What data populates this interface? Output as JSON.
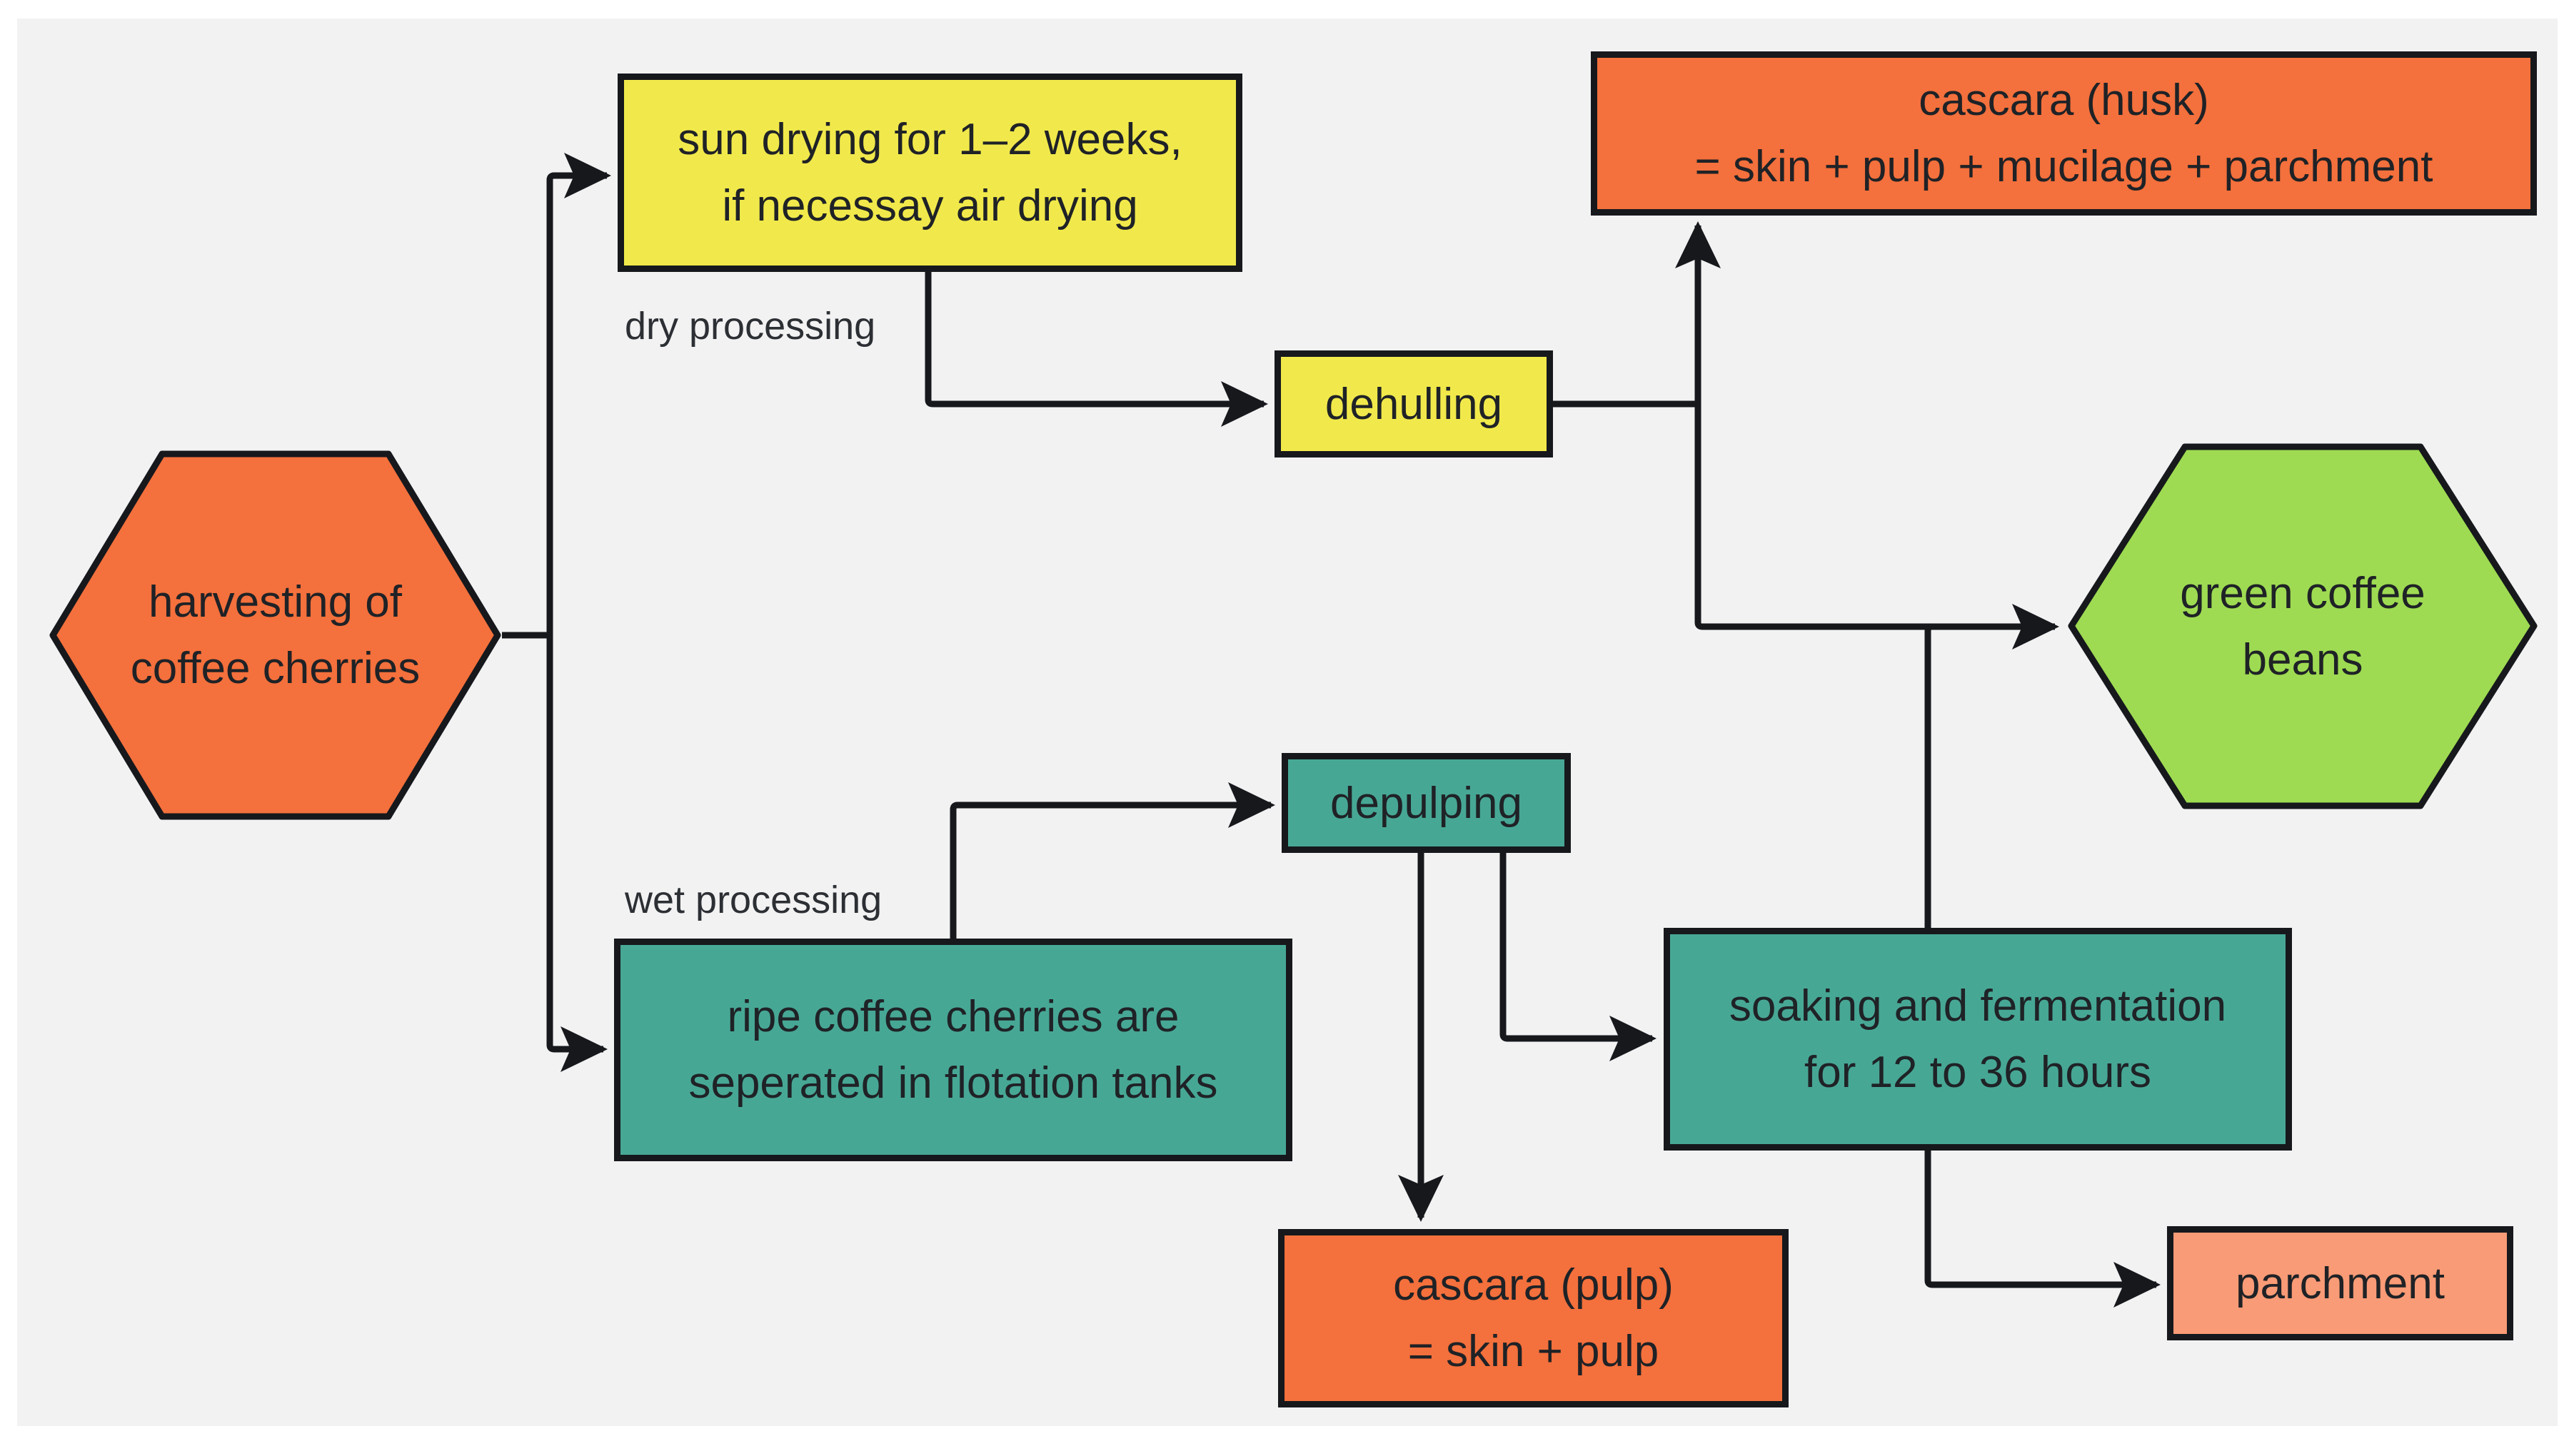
{
  "colors": {
    "orange": "#f4703c",
    "yellow": "#f1e94b",
    "teal": "#47a795",
    "green": "#9edb52",
    "salmon": "#f99b76",
    "canvas": "#f2f2f3",
    "ink": "#16181c"
  },
  "branch_labels": {
    "dry": "dry processing",
    "wet": "wet processing"
  },
  "nodes": {
    "harvest": {
      "shape": "hexagon",
      "fill": "orange",
      "lines": [
        "harvesting of",
        "coffee cherries"
      ]
    },
    "sun_drying": {
      "shape": "rect",
      "fill": "yellow",
      "lines": [
        "sun drying for 1–2 weeks,",
        "if necessay air drying"
      ]
    },
    "dehulling": {
      "shape": "rect",
      "fill": "yellow",
      "lines": [
        "dehulling"
      ]
    },
    "cascara_husk": {
      "shape": "rect",
      "fill": "orange",
      "lines": [
        "cascara (husk)",
        "= skin + pulp + mucilage + parchment"
      ]
    },
    "green_beans": {
      "shape": "hexagon",
      "fill": "green",
      "lines": [
        "green coffee",
        "beans"
      ]
    },
    "ripe_cherries": {
      "shape": "rect",
      "fill": "teal",
      "lines": [
        "ripe coffee cherries are",
        "seperated in flotation tanks"
      ]
    },
    "depulping": {
      "shape": "rect",
      "fill": "teal",
      "lines": [
        "depulping"
      ]
    },
    "soaking": {
      "shape": "rect",
      "fill": "teal",
      "lines": [
        "soaking and fermentation",
        "for 12 to 36 hours"
      ]
    },
    "cascara_pulp": {
      "shape": "rect",
      "fill": "orange",
      "lines": [
        "cascara (pulp)",
        "= skin + pulp"
      ]
    },
    "parchment": {
      "shape": "rect",
      "fill": "salmon",
      "lines": [
        "parchment"
      ]
    }
  },
  "edges": [
    {
      "from": "harvest",
      "to": "sun_drying",
      "label": "dry processing"
    },
    {
      "from": "harvest",
      "to": "ripe_cherries",
      "label": "wet processing"
    },
    {
      "from": "sun_drying",
      "to": "dehulling"
    },
    {
      "from": "dehulling",
      "to": "cascara_husk"
    },
    {
      "from": "dehulling",
      "to": "green_beans"
    },
    {
      "from": "ripe_cherries",
      "to": "depulping"
    },
    {
      "from": "depulping",
      "to": "cascara_pulp"
    },
    {
      "from": "depulping",
      "to": "soaking"
    },
    {
      "from": "soaking",
      "to": "green_beans"
    },
    {
      "from": "soaking",
      "to": "parchment"
    }
  ]
}
